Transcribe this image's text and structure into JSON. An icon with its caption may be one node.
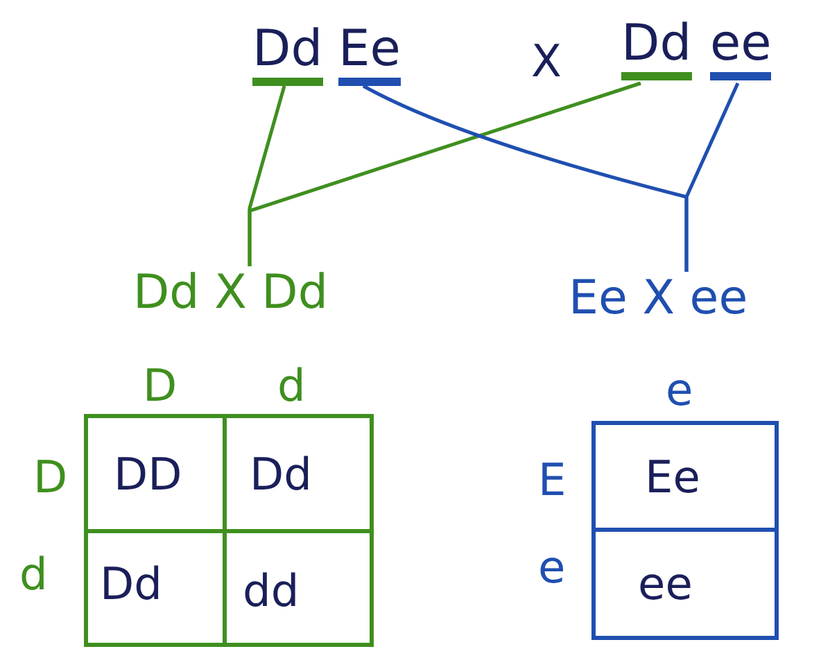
{
  "diagram": {
    "nodes": [
      {
        "text": [
          "Dd"
        ]
      },
      {
        "text": [
          "Ee"
        ]
      },
      {
        "text": [
          "Dd"
        ]
      },
      {
        "text": [
          "ee"
        ]
      },
      {
        "text": [
          "Dd X Dd"
        ]
      },
      {
        "text": [
          "Ee X ee"
        ]
      }
    ],
    "edges": [
      {
        "from": 0,
        "to": 4,
        "arrow": "none",
        "color": "#3f8f1f"
      },
      {
        "from": 2,
        "to": 4,
        "arrow": "none",
        "color": "#3f8f1f"
      },
      {
        "from": 1,
        "to": 5,
        "arrow": "none",
        "color": "#1f4fb0"
      },
      {
        "from": 3,
        "to": 5,
        "arrow": "none",
        "color": "#1f4fb0"
      }
    ],
    "labels": [
      "X",
      "D",
      "d",
      "D",
      "DD",
      "Dd",
      "d",
      "Dd",
      "dd",
      "e",
      "E",
      "Ee",
      "e",
      "ee"
    ]
  }
}
